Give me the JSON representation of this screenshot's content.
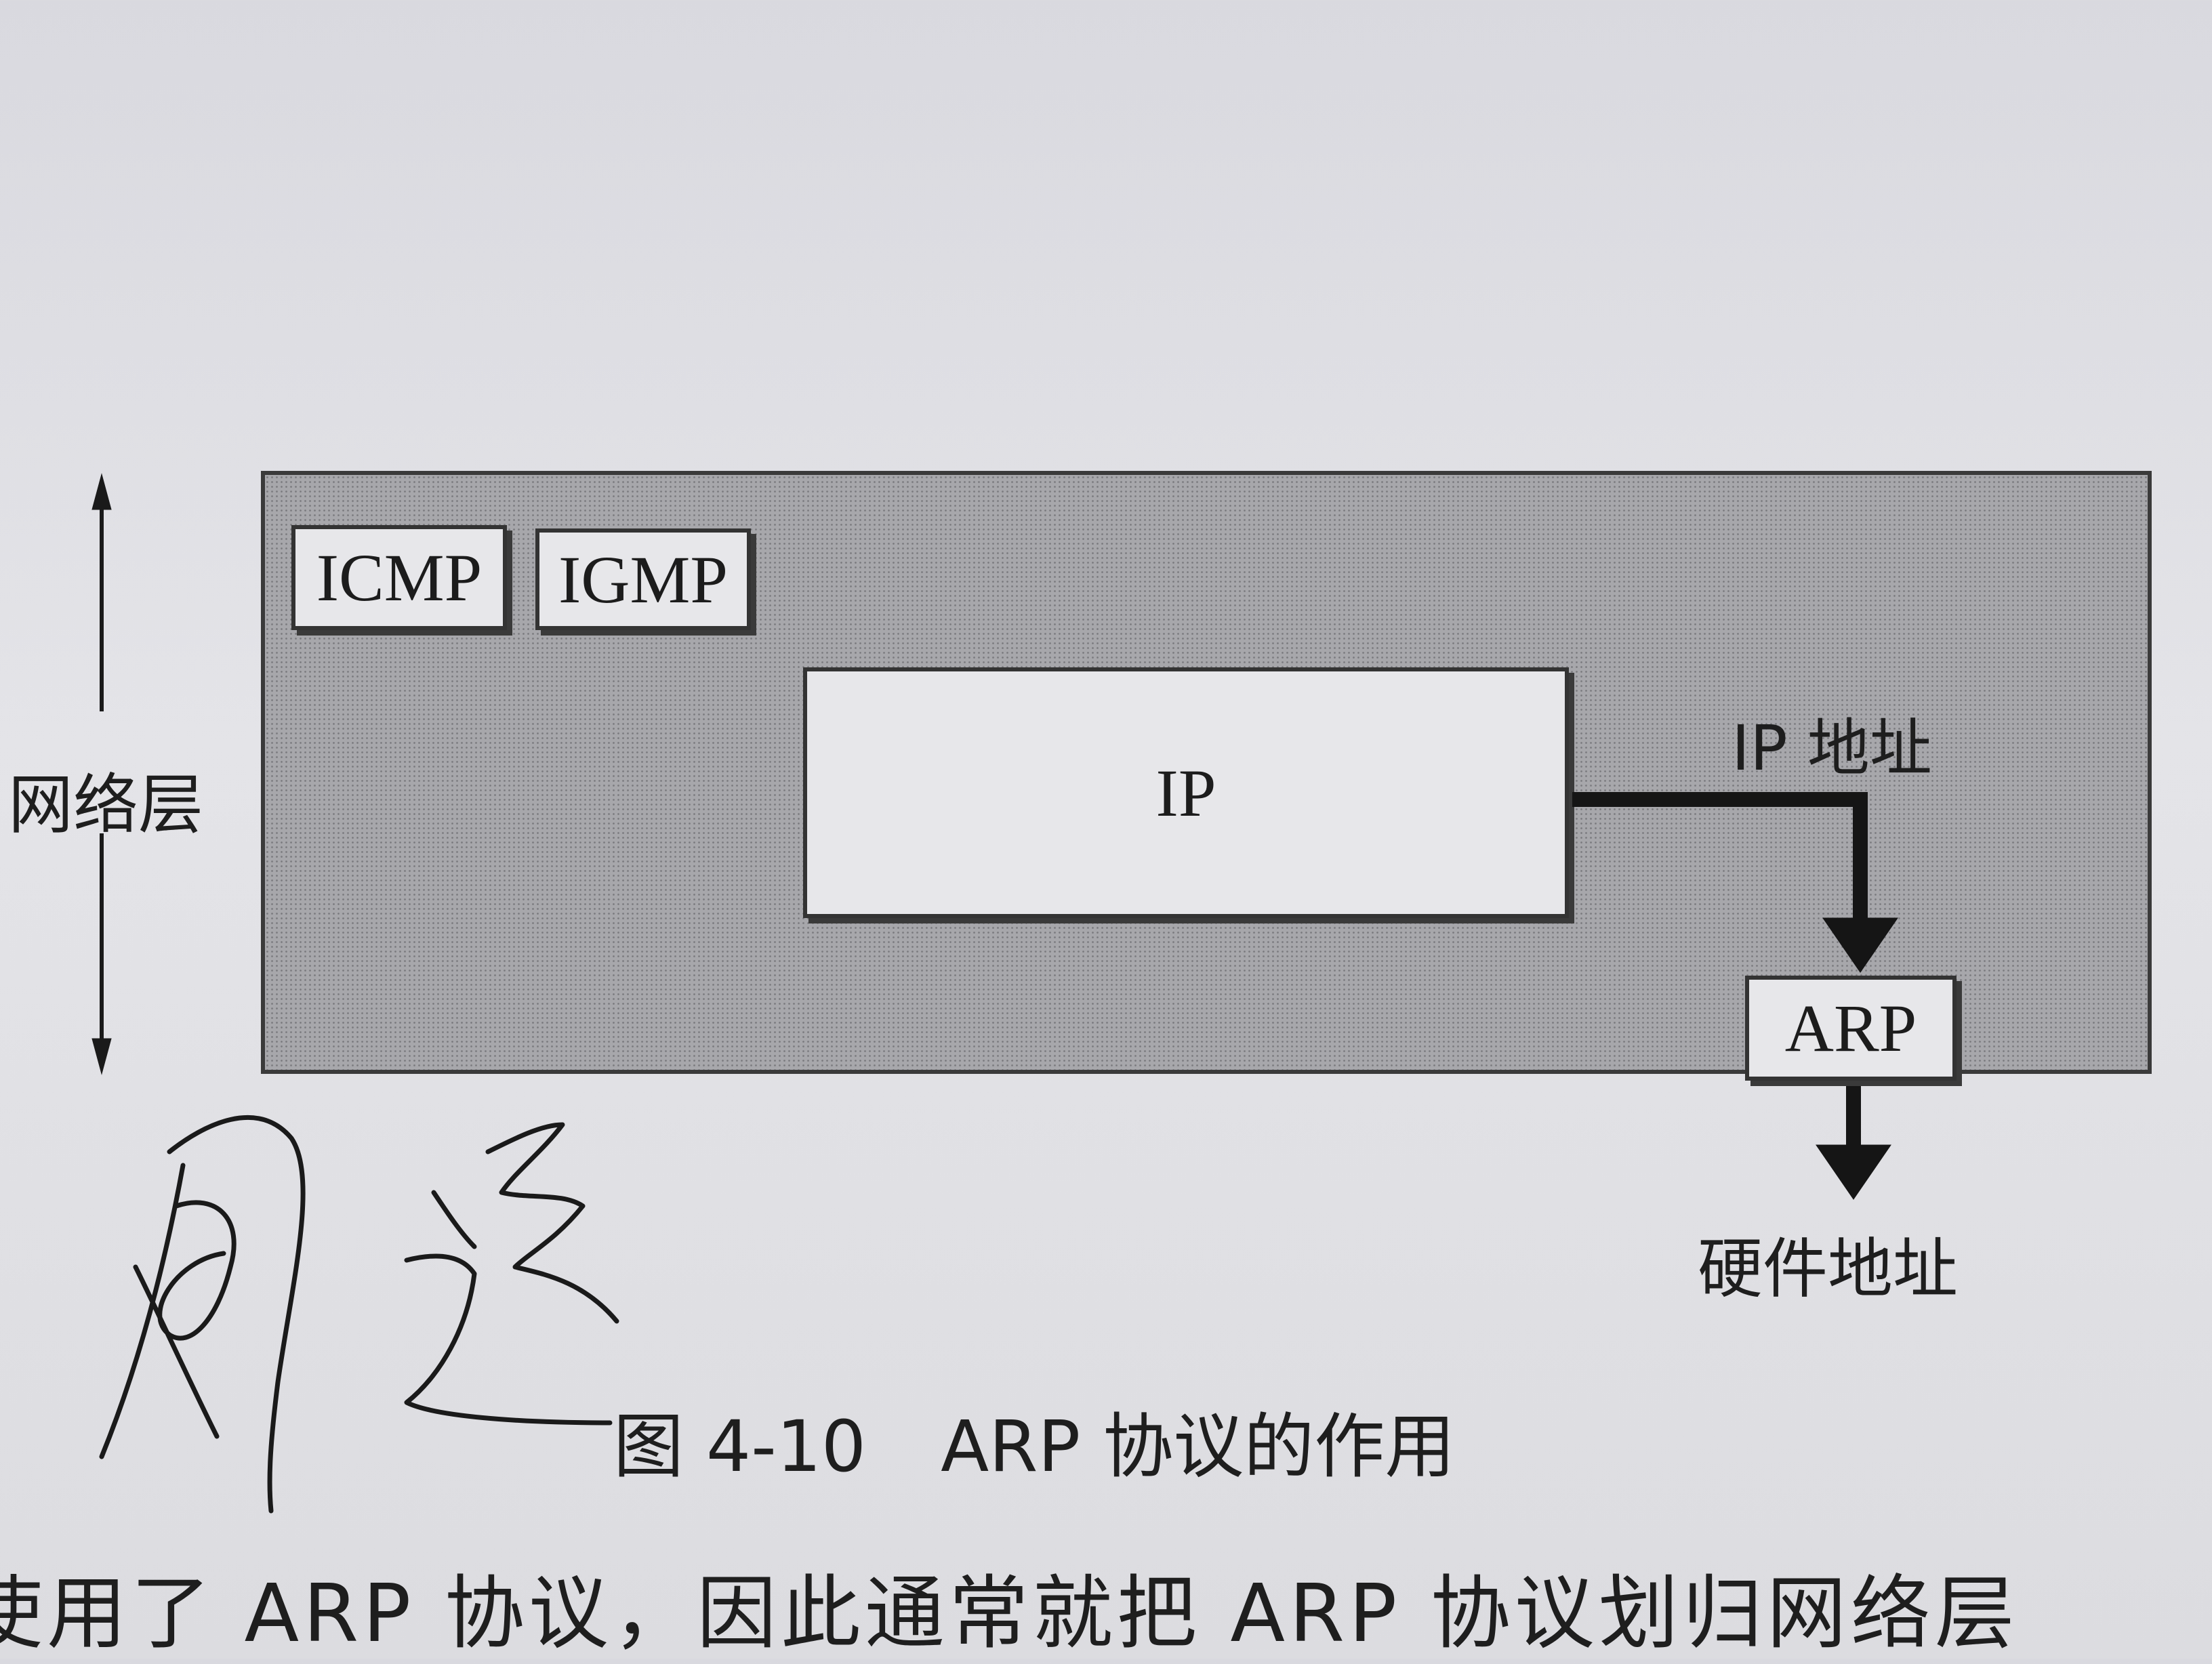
{
  "diagram": {
    "layer_label": "网络层",
    "protocols": {
      "icmp": "ICMP",
      "igmp": "IGMP",
      "ip": "IP",
      "arp": "ARP"
    },
    "ip_address_label": "IP 地址",
    "hardware_address_label": "硬件地址",
    "colors": {
      "layer_fill": "#a7a7ab",
      "box_fill": "#e7e7ea",
      "line": "#1a1a1a"
    }
  },
  "caption": {
    "figure_number": "图 4-10",
    "title": "ARP 协议的作用"
  },
  "body_text": "使用了 ARP 协议，因此通常就把 ARP 协议划归网络层",
  "signature": "handwritten-signature"
}
